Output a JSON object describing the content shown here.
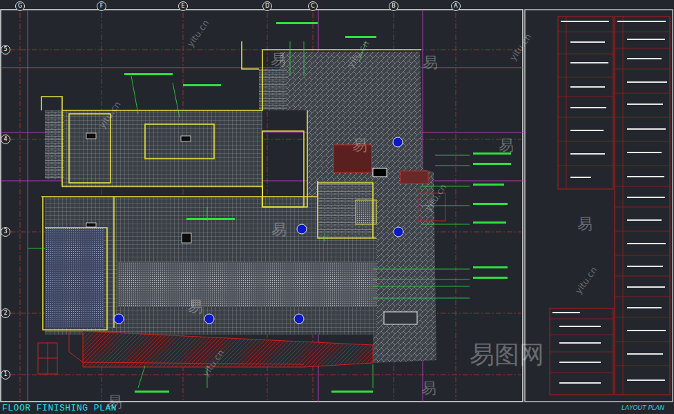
{
  "diagram": {
    "title": "FLOOR FINISHING PLAN",
    "nodes": [
      {
        "text": [
          "G"
        ]
      },
      {
        "text": [
          "F"
        ]
      },
      {
        "text": [
          "E"
        ]
      },
      {
        "text": [
          "D"
        ]
      },
      {
        "text": [
          "C"
        ]
      },
      {
        "text": [
          "B"
        ]
      },
      {
        "text": [
          "A"
        ]
      },
      {
        "text": [
          "5"
        ]
      },
      {
        "text": [
          "4"
        ]
      },
      {
        "text": [
          "3"
        ]
      },
      {
        "text": [
          "2"
        ]
      },
      {
        "text": [
          "1"
        ]
      }
    ],
    "labels": [
      "LAYOUT PLAN",
      "易",
      "易",
      "易",
      "易",
      "易",
      "易",
      "易",
      "易",
      "易",
      "yitu.cn",
      "yitu.cn",
      "yitu.cn",
      "yitu.cn",
      "yitu.cn",
      "yitu.cn",
      "yitu.cn",
      "易图网"
    ]
  }
}
